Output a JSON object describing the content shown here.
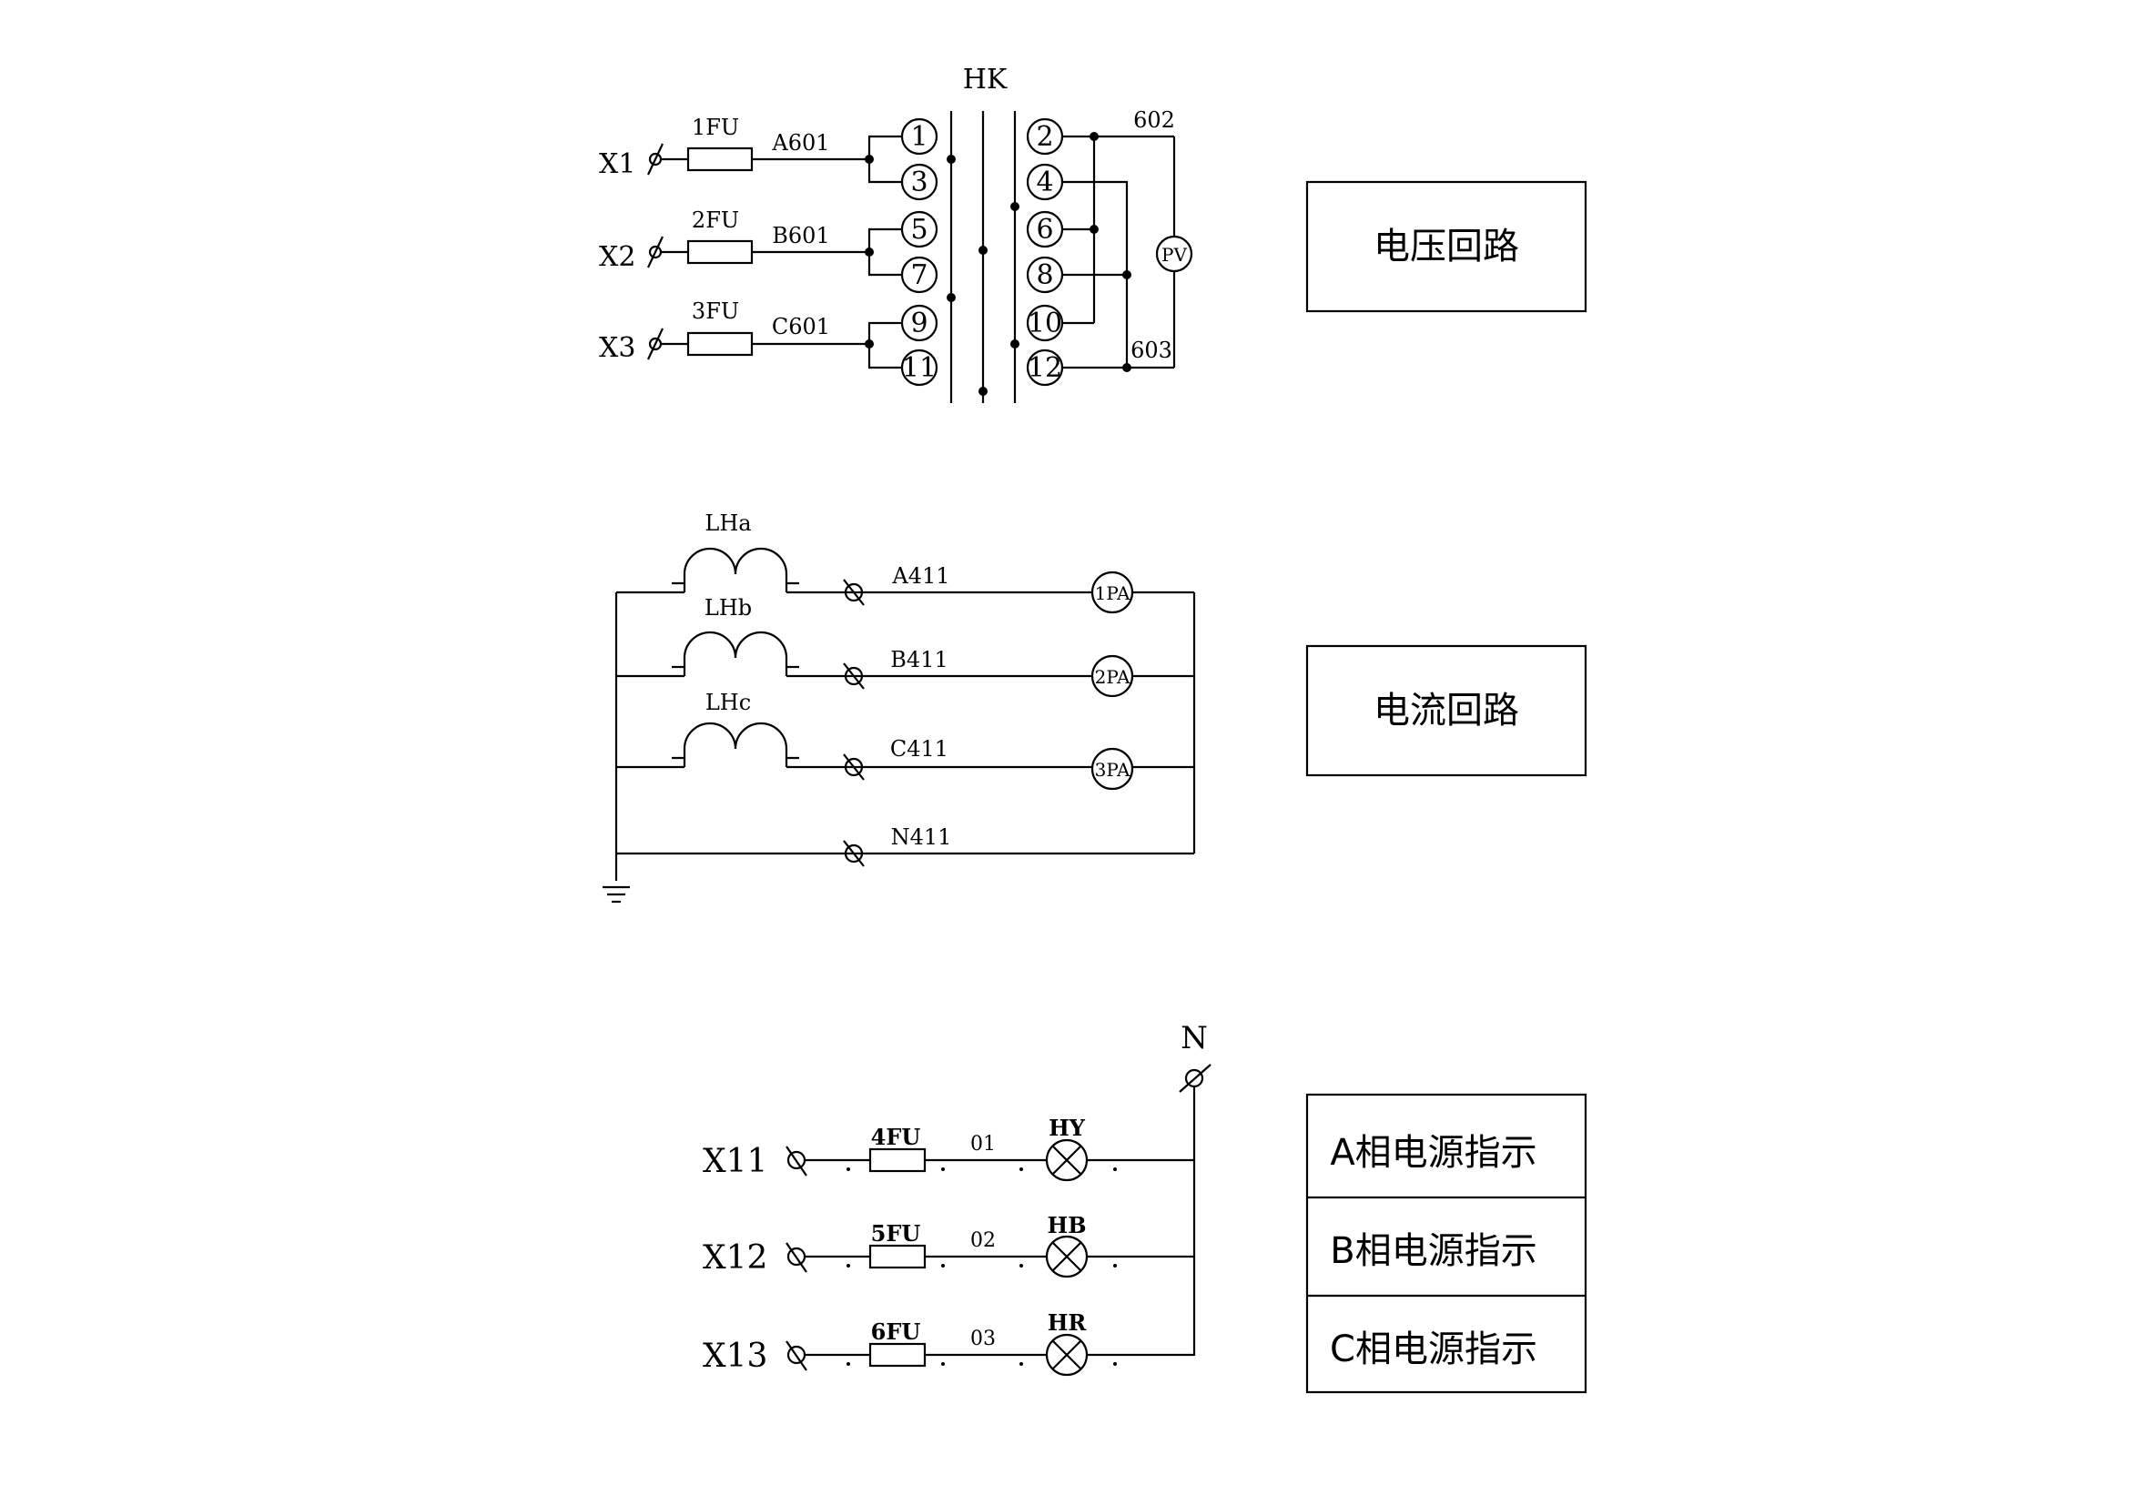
{
  "voltage": {
    "switch_label": "HK",
    "phases": [
      {
        "terminal": "X1",
        "fuse": "1FU",
        "wire": "A601"
      },
      {
        "terminal": "X2",
        "fuse": "2FU",
        "wire": "B601"
      },
      {
        "terminal": "X3",
        "fuse": "3FU",
        "wire": "C601"
      }
    ],
    "left_contacts": [
      "1",
      "3",
      "5",
      "7",
      "9",
      "11"
    ],
    "right_contacts": [
      "2",
      "4",
      "6",
      "8",
      "10",
      "12"
    ],
    "wire_top": "602",
    "wire_bottom": "603",
    "meter": "PV",
    "box_label": "电压回路"
  },
  "current": {
    "transformers": [
      "LHa",
      "LHb",
      "LHc"
    ],
    "wires": [
      "A411",
      "B411",
      "C411",
      "N411"
    ],
    "ammeters": [
      "1PA",
      "2PA",
      "3PA"
    ],
    "box_label": "电流回路"
  },
  "indicator": {
    "neutral": "N",
    "rows": [
      {
        "terminal": "X11",
        "fuse": "4FU",
        "wire": "01",
        "lamp": "HY"
      },
      {
        "terminal": "X12",
        "fuse": "5FU",
        "wire": "02",
        "lamp": "HB"
      },
      {
        "terminal": "X13",
        "fuse": "6FU",
        "wire": "03",
        "lamp": "HR"
      }
    ],
    "box_labels": [
      "A相电源指示",
      "B相电源指示",
      "C相电源指示"
    ]
  }
}
